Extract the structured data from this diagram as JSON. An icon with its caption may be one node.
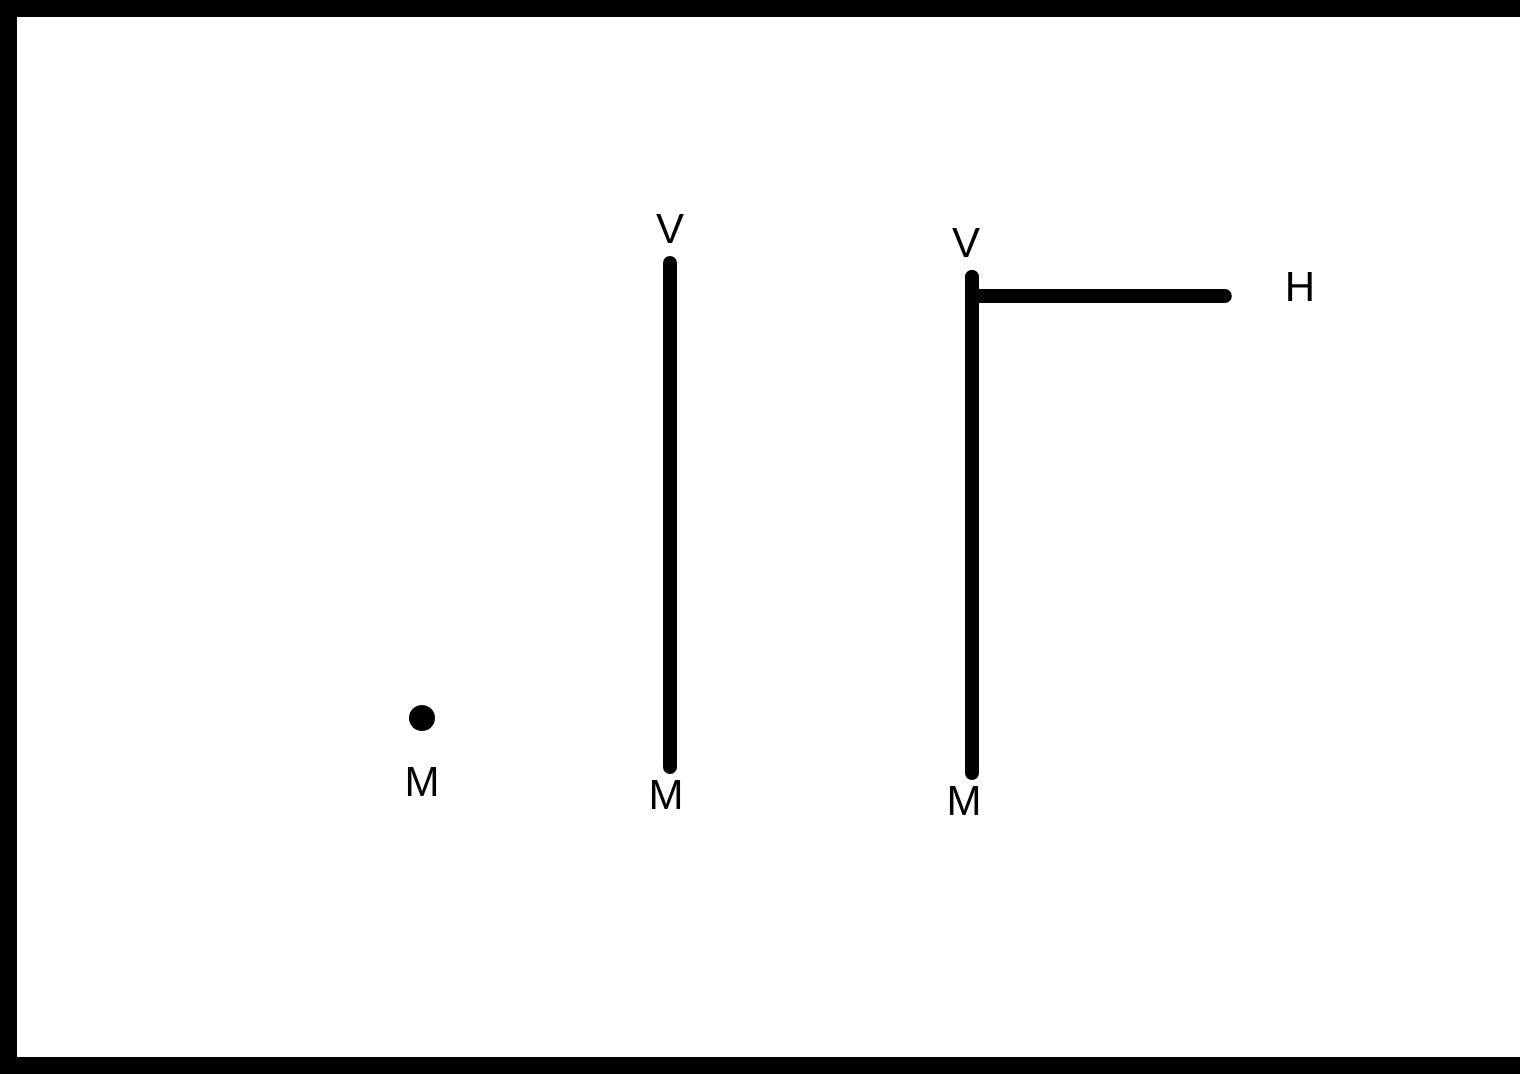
{
  "diagram": {
    "nodes": [
      {
        "text": [
          "V"
        ]
      },
      {
        "text": [
          "V"
        ]
      },
      {
        "text": [
          "H"
        ]
      },
      {
        "text": [],
        "shape": "circle",
        "beside": [
          "M"
        ]
      },
      {
        "text": [
          "M"
        ]
      },
      {
        "text": [
          "M"
        ]
      }
    ],
    "edges": [
      {
        "from": 4,
        "to": 0,
        "arrow": "none"
      },
      {
        "from": 5,
        "to": 1,
        "arrow": "none"
      },
      {
        "from": 1,
        "to": 2,
        "arrow": "none"
      }
    ]
  }
}
